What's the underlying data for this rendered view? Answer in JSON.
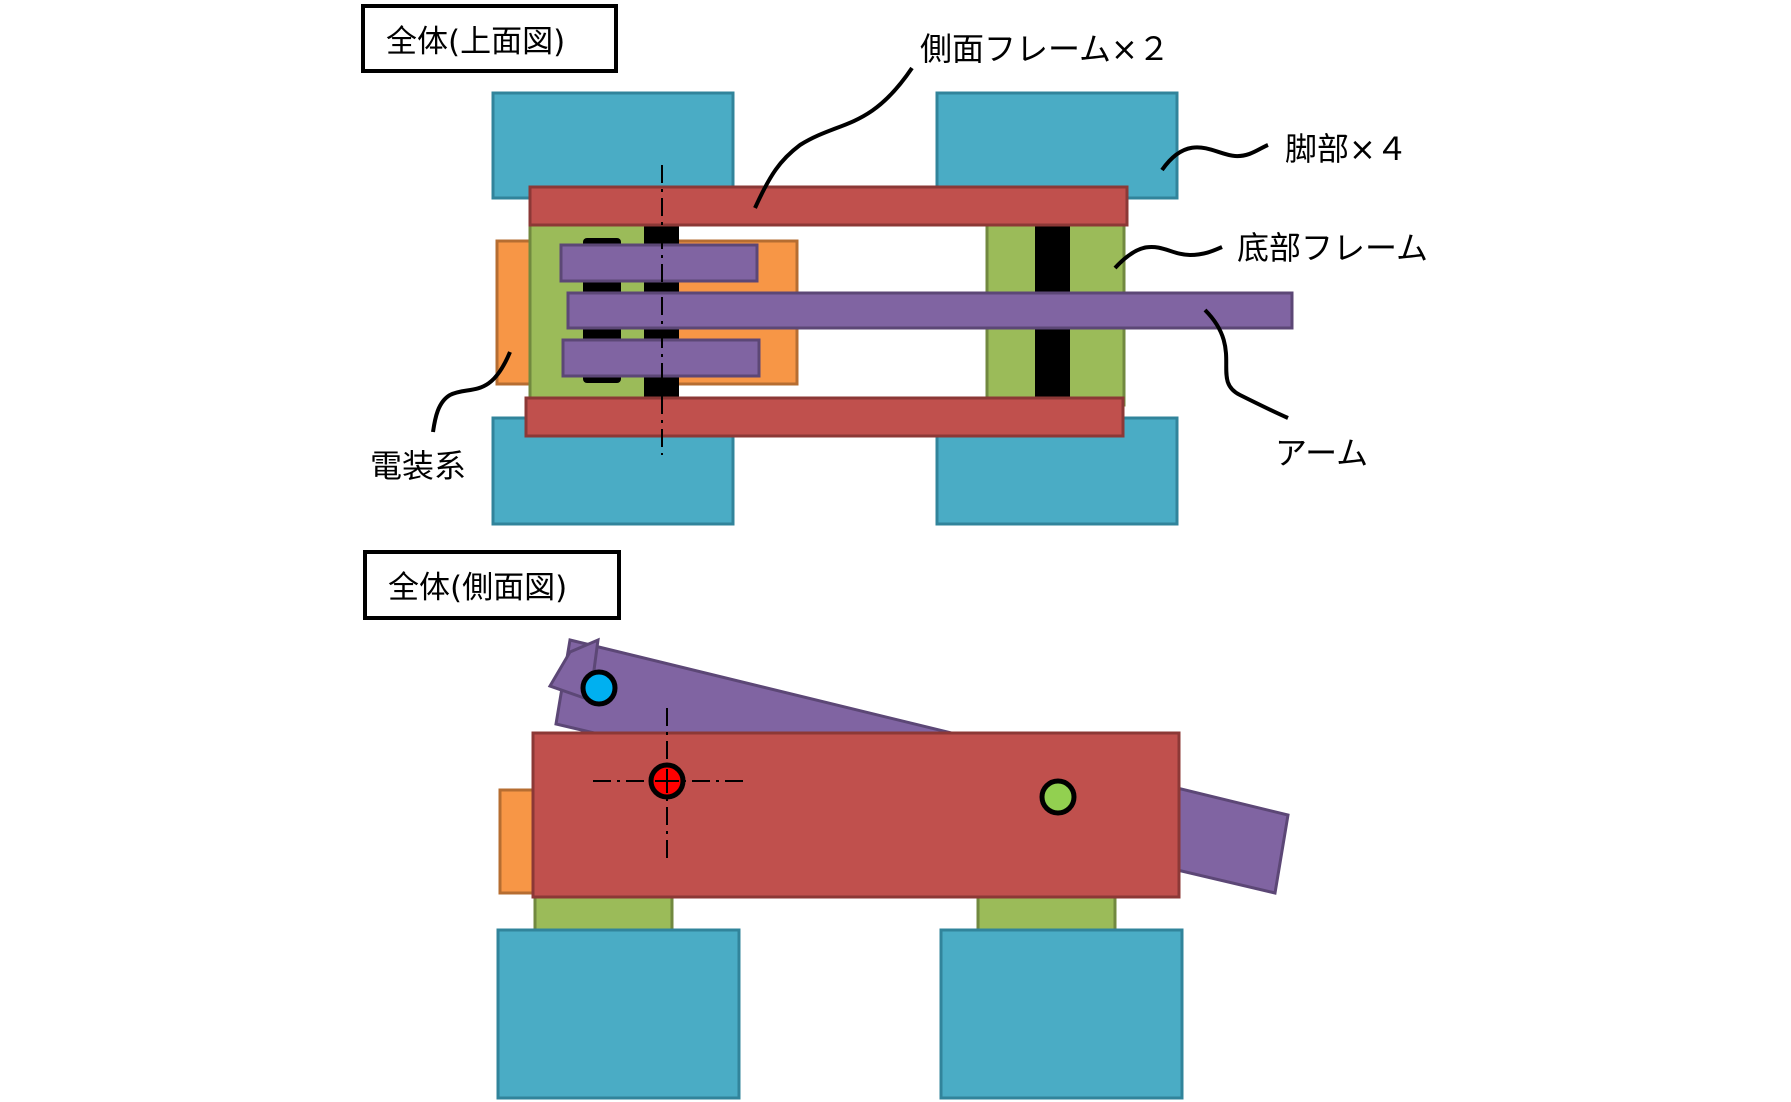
{
  "top_view": {
    "title": "全体(上面図)",
    "labels": {
      "side_frame": "側面フレーム×２",
      "leg": "脚部×４",
      "bottom_frame": "底部フレーム",
      "arm": "アーム",
      "electrical": "電装系"
    }
  },
  "side_view": {
    "title": "全体(側面図)"
  },
  "colors": {
    "leg": "#4aacc5",
    "leg_stroke": "#31849b",
    "frame": "#c0504d",
    "frame_stroke": "#8c3836",
    "bottom_frame": "#9bbb59",
    "bottom_frame_stroke": "#71893f",
    "arm": "#8064a2",
    "arm_stroke": "#5c4776",
    "electrical": "#f79646",
    "electrical_stroke": "#b66d31",
    "joint_blue": "#00b0f0",
    "joint_red": "#ff0000",
    "joint_green": "#92d050"
  }
}
